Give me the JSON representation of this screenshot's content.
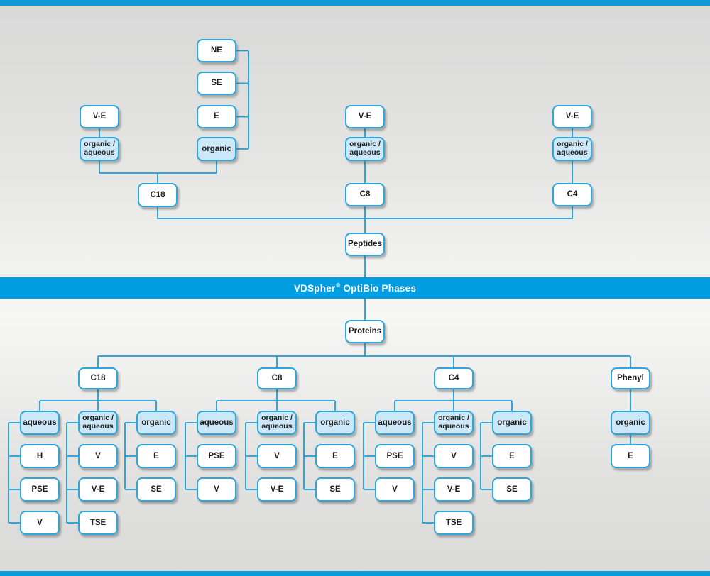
{
  "banner": {
    "brand": "VDSpher",
    "reg": "®",
    "rest": "OptiBio Phases"
  },
  "top": {
    "root": "Peptides",
    "eluents": [
      "NE",
      "SE",
      "E"
    ],
    "eluent_mode": "organic",
    "c18": {
      "variant": "V-E",
      "mode": "organic /\naqueous",
      "col": "C18"
    },
    "c8": {
      "variant": "V-E",
      "mode": "organic /\naqueous",
      "col": "C8"
    },
    "c4": {
      "variant": "V-E",
      "mode": "organic /\naqueous",
      "col": "C4"
    }
  },
  "bottom": {
    "root": "Proteins",
    "branches": [
      {
        "col": "C18",
        "groups": [
          {
            "mode": "aqueous",
            "leaves": [
              "H",
              "PSE",
              "V"
            ]
          },
          {
            "mode": "organic /\naqueous",
            "leaves": [
              "V",
              "V-E",
              "TSE"
            ]
          },
          {
            "mode": "organic",
            "leaves": [
              "E",
              "SE"
            ]
          }
        ]
      },
      {
        "col": "C8",
        "groups": [
          {
            "mode": "aqueous",
            "leaves": [
              "PSE",
              "V"
            ]
          },
          {
            "mode": "organic /\naqueous",
            "leaves": [
              "V",
              "V-E"
            ]
          },
          {
            "mode": "organic",
            "leaves": [
              "E",
              "SE"
            ]
          }
        ]
      },
      {
        "col": "C4",
        "groups": [
          {
            "mode": "aqueous",
            "leaves": [
              "PSE",
              "V"
            ]
          },
          {
            "mode": "organic /\naqueous",
            "leaves": [
              "V",
              "V-E",
              "TSE"
            ]
          },
          {
            "mode": "organic",
            "leaves": [
              "E",
              "SE"
            ]
          }
        ]
      },
      {
        "col": "Phenyl",
        "groups": [
          {
            "mode": "organic",
            "leaves": [
              "E"
            ]
          }
        ]
      }
    ]
  },
  "colors": {
    "banner_blue": "#009ee0",
    "line_blue": "#1e9cd8",
    "box_border_blue": "#2fa6db",
    "box_fill_light_blue": "#cbe7f8",
    "edge_bar_blue": "#0d9cd9"
  }
}
